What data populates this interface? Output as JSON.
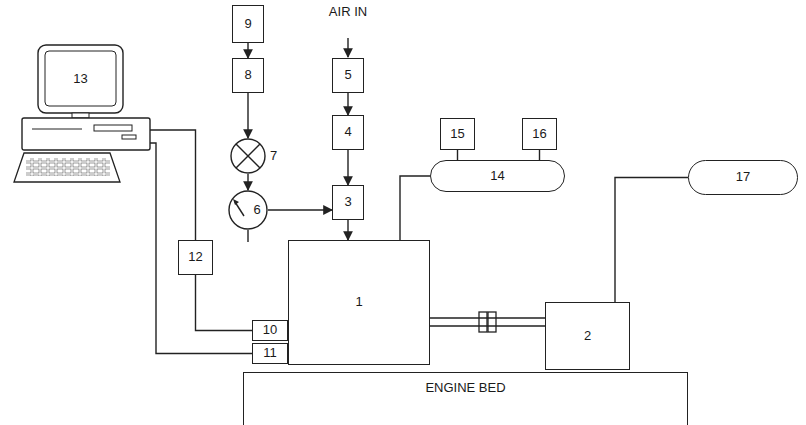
{
  "diagram": {
    "nodes": [
      {
        "text": [
          "9"
        ]
      },
      {
        "text": [
          "5"
        ]
      },
      {
        "text": [
          "8"
        ]
      },
      {
        "text": [
          "4"
        ]
      },
      {
        "text": [
          "7"
        ]
      },
      {
        "text": [
          "6"
        ]
      },
      {
        "text": [
          "3"
        ]
      },
      {
        "text": [
          "13"
        ]
      },
      {
        "text": [
          "15"
        ]
      },
      {
        "text": [
          "16"
        ]
      },
      {
        "text": [
          "14"
        ]
      },
      {
        "text": [
          "17"
        ]
      },
      {
        "text": [
          "12"
        ]
      },
      {
        "text": [
          "1"
        ]
      },
      {
        "text": [
          "10"
        ]
      },
      {
        "text": [
          "11"
        ]
      },
      {
        "text": [
          "2"
        ]
      },
      {
        "text": [
          "ENGINE BED"
        ]
      }
    ],
    "edges": [
      {
        "from": 0,
        "to": 2,
        "arrow": "to"
      },
      {
        "from": 1,
        "to": 3,
        "arrow": "to"
      },
      {
        "from": 3,
        "to": 6,
        "arrow": "to"
      },
      {
        "from": 2,
        "to": 4,
        "arrow": "to"
      },
      {
        "from": 4,
        "to": 5,
        "arrow": "to"
      },
      {
        "from": 5,
        "to": 6,
        "arrow": "to"
      },
      {
        "from": 6,
        "to": 13,
        "arrow": "to"
      },
      {
        "from": 10,
        "to": 8,
        "arrow": "none"
      },
      {
        "from": 10,
        "to": 9,
        "arrow": "none"
      },
      {
        "from": 13,
        "to": 10,
        "arrow": "none"
      },
      {
        "from": 16,
        "to": 11,
        "arrow": "none"
      },
      {
        "from": 13,
        "to": 16,
        "arrow": "none"
      },
      {
        "from": 7,
        "to": 12,
        "arrow": "none"
      },
      {
        "from": 12,
        "to": 14,
        "arrow": "none"
      },
      {
        "from": 7,
        "to": 15,
        "arrow": "none"
      }
    ],
    "labels": [
      "AIR IN"
    ]
  }
}
